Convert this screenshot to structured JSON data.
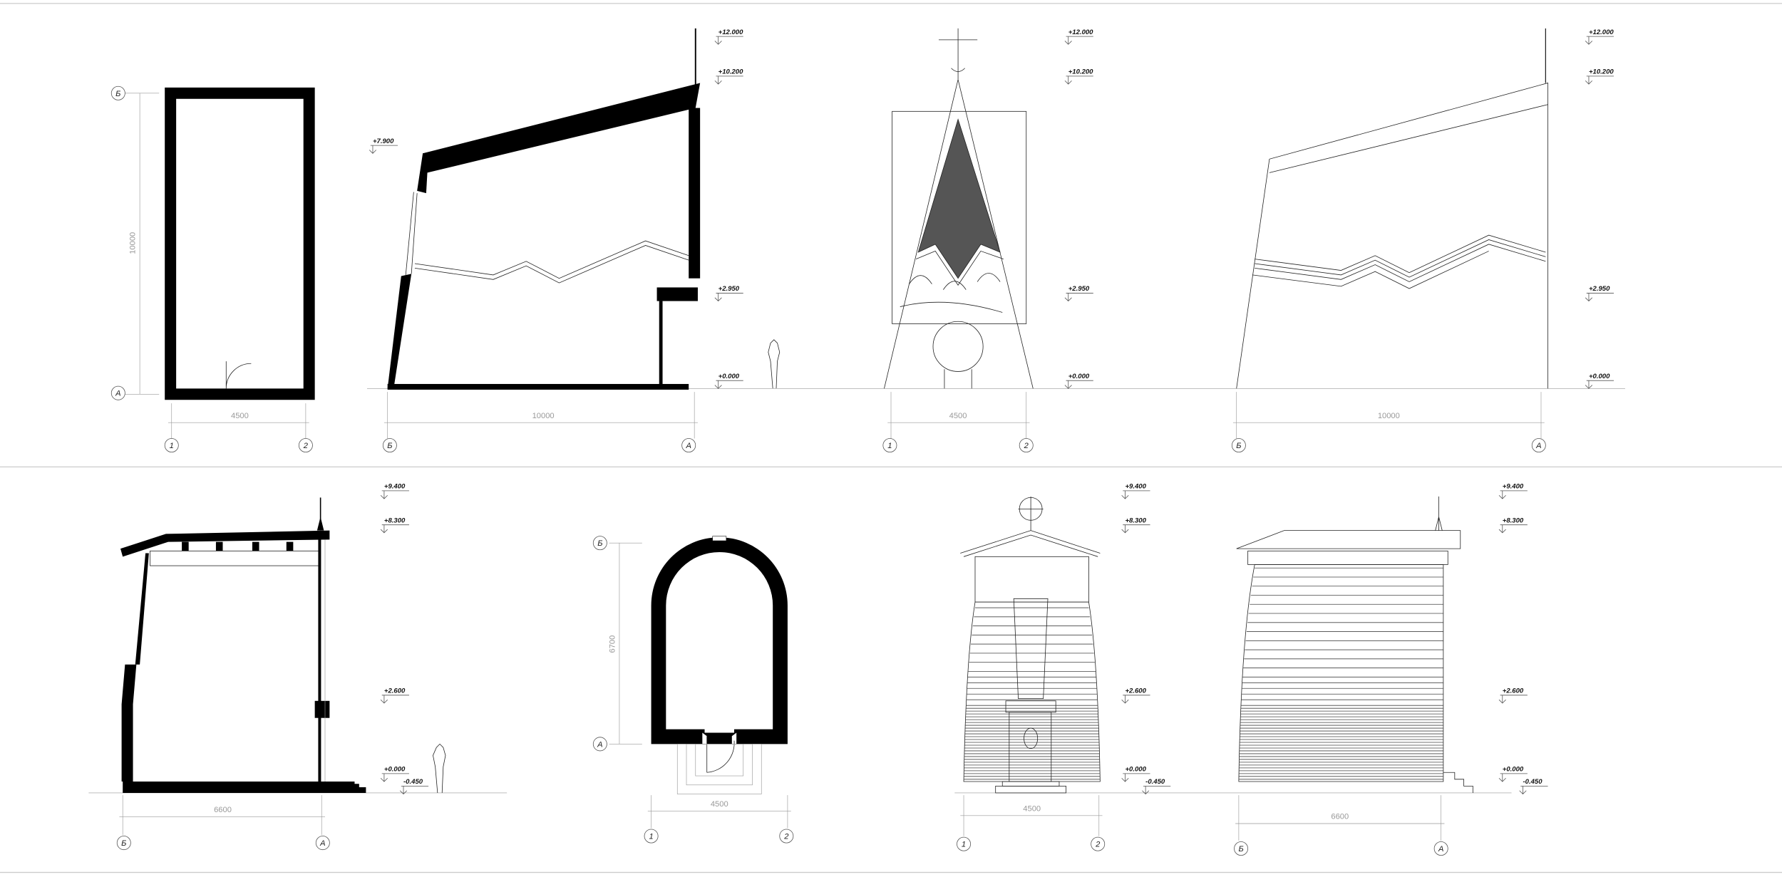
{
  "sheet": {
    "top_row": {
      "plan": {
        "axes_columns": [
          "1",
          "2"
        ],
        "axes_rows": [
          "Б",
          "А"
        ],
        "dim_width": "4500",
        "dim_length": "10000"
      },
      "section": {
        "axes": [
          "Б",
          "А"
        ],
        "dim_length": "10000",
        "elevations": [
          "+12.000",
          "+10.200",
          "+7.900",
          "+2.950",
          "+0.000"
        ]
      },
      "front_elevation": {
        "axes": [
          "1",
          "2"
        ],
        "dim_width": "4500",
        "elevations": [
          "+12.000",
          "+10.200",
          "+2.950",
          "+0.000"
        ]
      },
      "side_elevation": {
        "axes": [
          "Б",
          "А"
        ],
        "dim_length": "10000",
        "elevations": [
          "+12.000",
          "+10.200",
          "+2.950",
          "+0.000"
        ]
      }
    },
    "bottom_row": {
      "section": {
        "axes": [
          "Б",
          "А"
        ],
        "dim_length": "6600",
        "elevations": [
          "+9.400",
          "+8.300",
          "+2.600",
          "+0.000",
          "-0.450"
        ]
      },
      "plan": {
        "axes_columns": [
          "1",
          "2"
        ],
        "axes_rows": [
          "Б",
          "А"
        ],
        "dim_width": "4500",
        "dim_length": "6700"
      },
      "front_elevation": {
        "axes": [
          "1",
          "2"
        ],
        "dim_width": "4500",
        "elevations": [
          "+9.400",
          "+8.300",
          "+2.600",
          "+0.000",
          "-0.450"
        ]
      },
      "side_elevation": {
        "axes": [
          "Б",
          "А"
        ],
        "dim_length": "6600",
        "elevations": [
          "+9.400",
          "+8.300",
          "+2.600",
          "+0.000",
          "-0.450"
        ]
      }
    }
  }
}
